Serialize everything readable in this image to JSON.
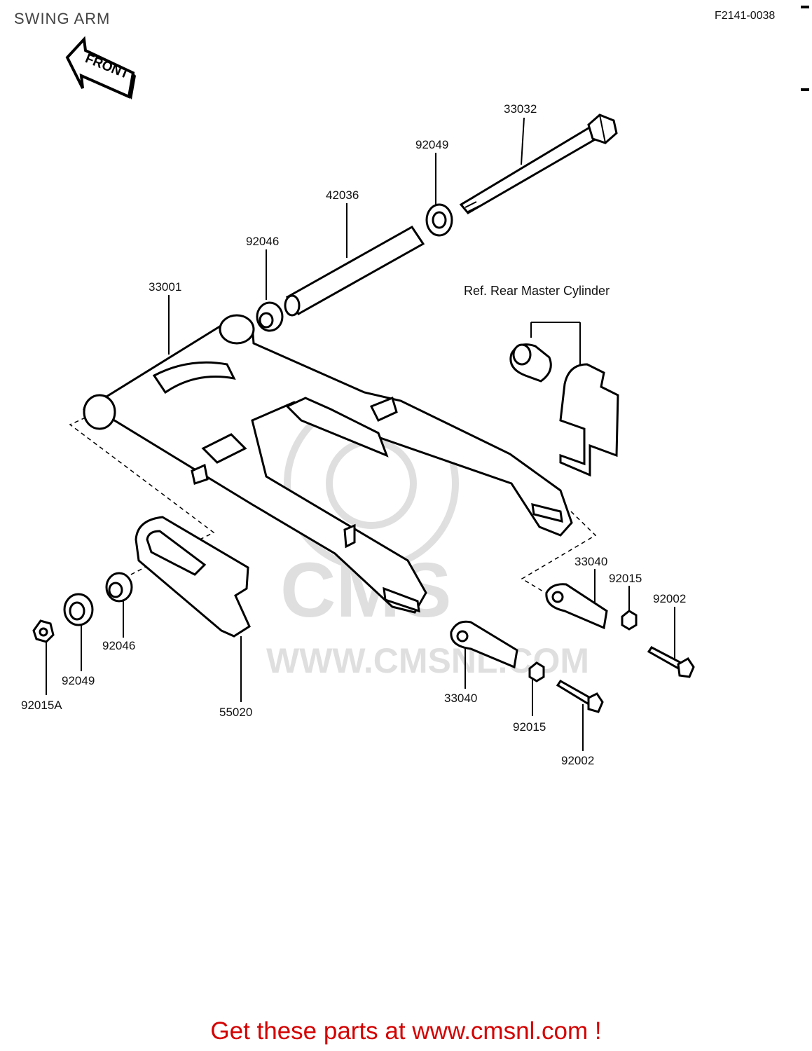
{
  "header": {
    "title": "SWING ARM",
    "diagram_code": "F2141-0038"
  },
  "front_arrow": {
    "label": "FRONT"
  },
  "reference": {
    "label": "Ref. Rear Master Cylinder"
  },
  "watermark": {
    "text": "WWW.CMSNL.COM",
    "logo_text": "CMS"
  },
  "parts": [
    {
      "number": "33032"
    },
    {
      "number": "92049"
    },
    {
      "number": "42036"
    },
    {
      "number": "92046"
    },
    {
      "number": "33001"
    },
    {
      "number": "33040"
    },
    {
      "number": "92015"
    },
    {
      "number": "92002"
    },
    {
      "number": "92046"
    },
    {
      "number": "92049"
    },
    {
      "number": "92015A"
    },
    {
      "number": "55020"
    },
    {
      "number": "33040"
    },
    {
      "number": "92015"
    },
    {
      "number": "92002"
    }
  ],
  "footer": {
    "text": "Get these parts at www.cmsnl.com !"
  }
}
